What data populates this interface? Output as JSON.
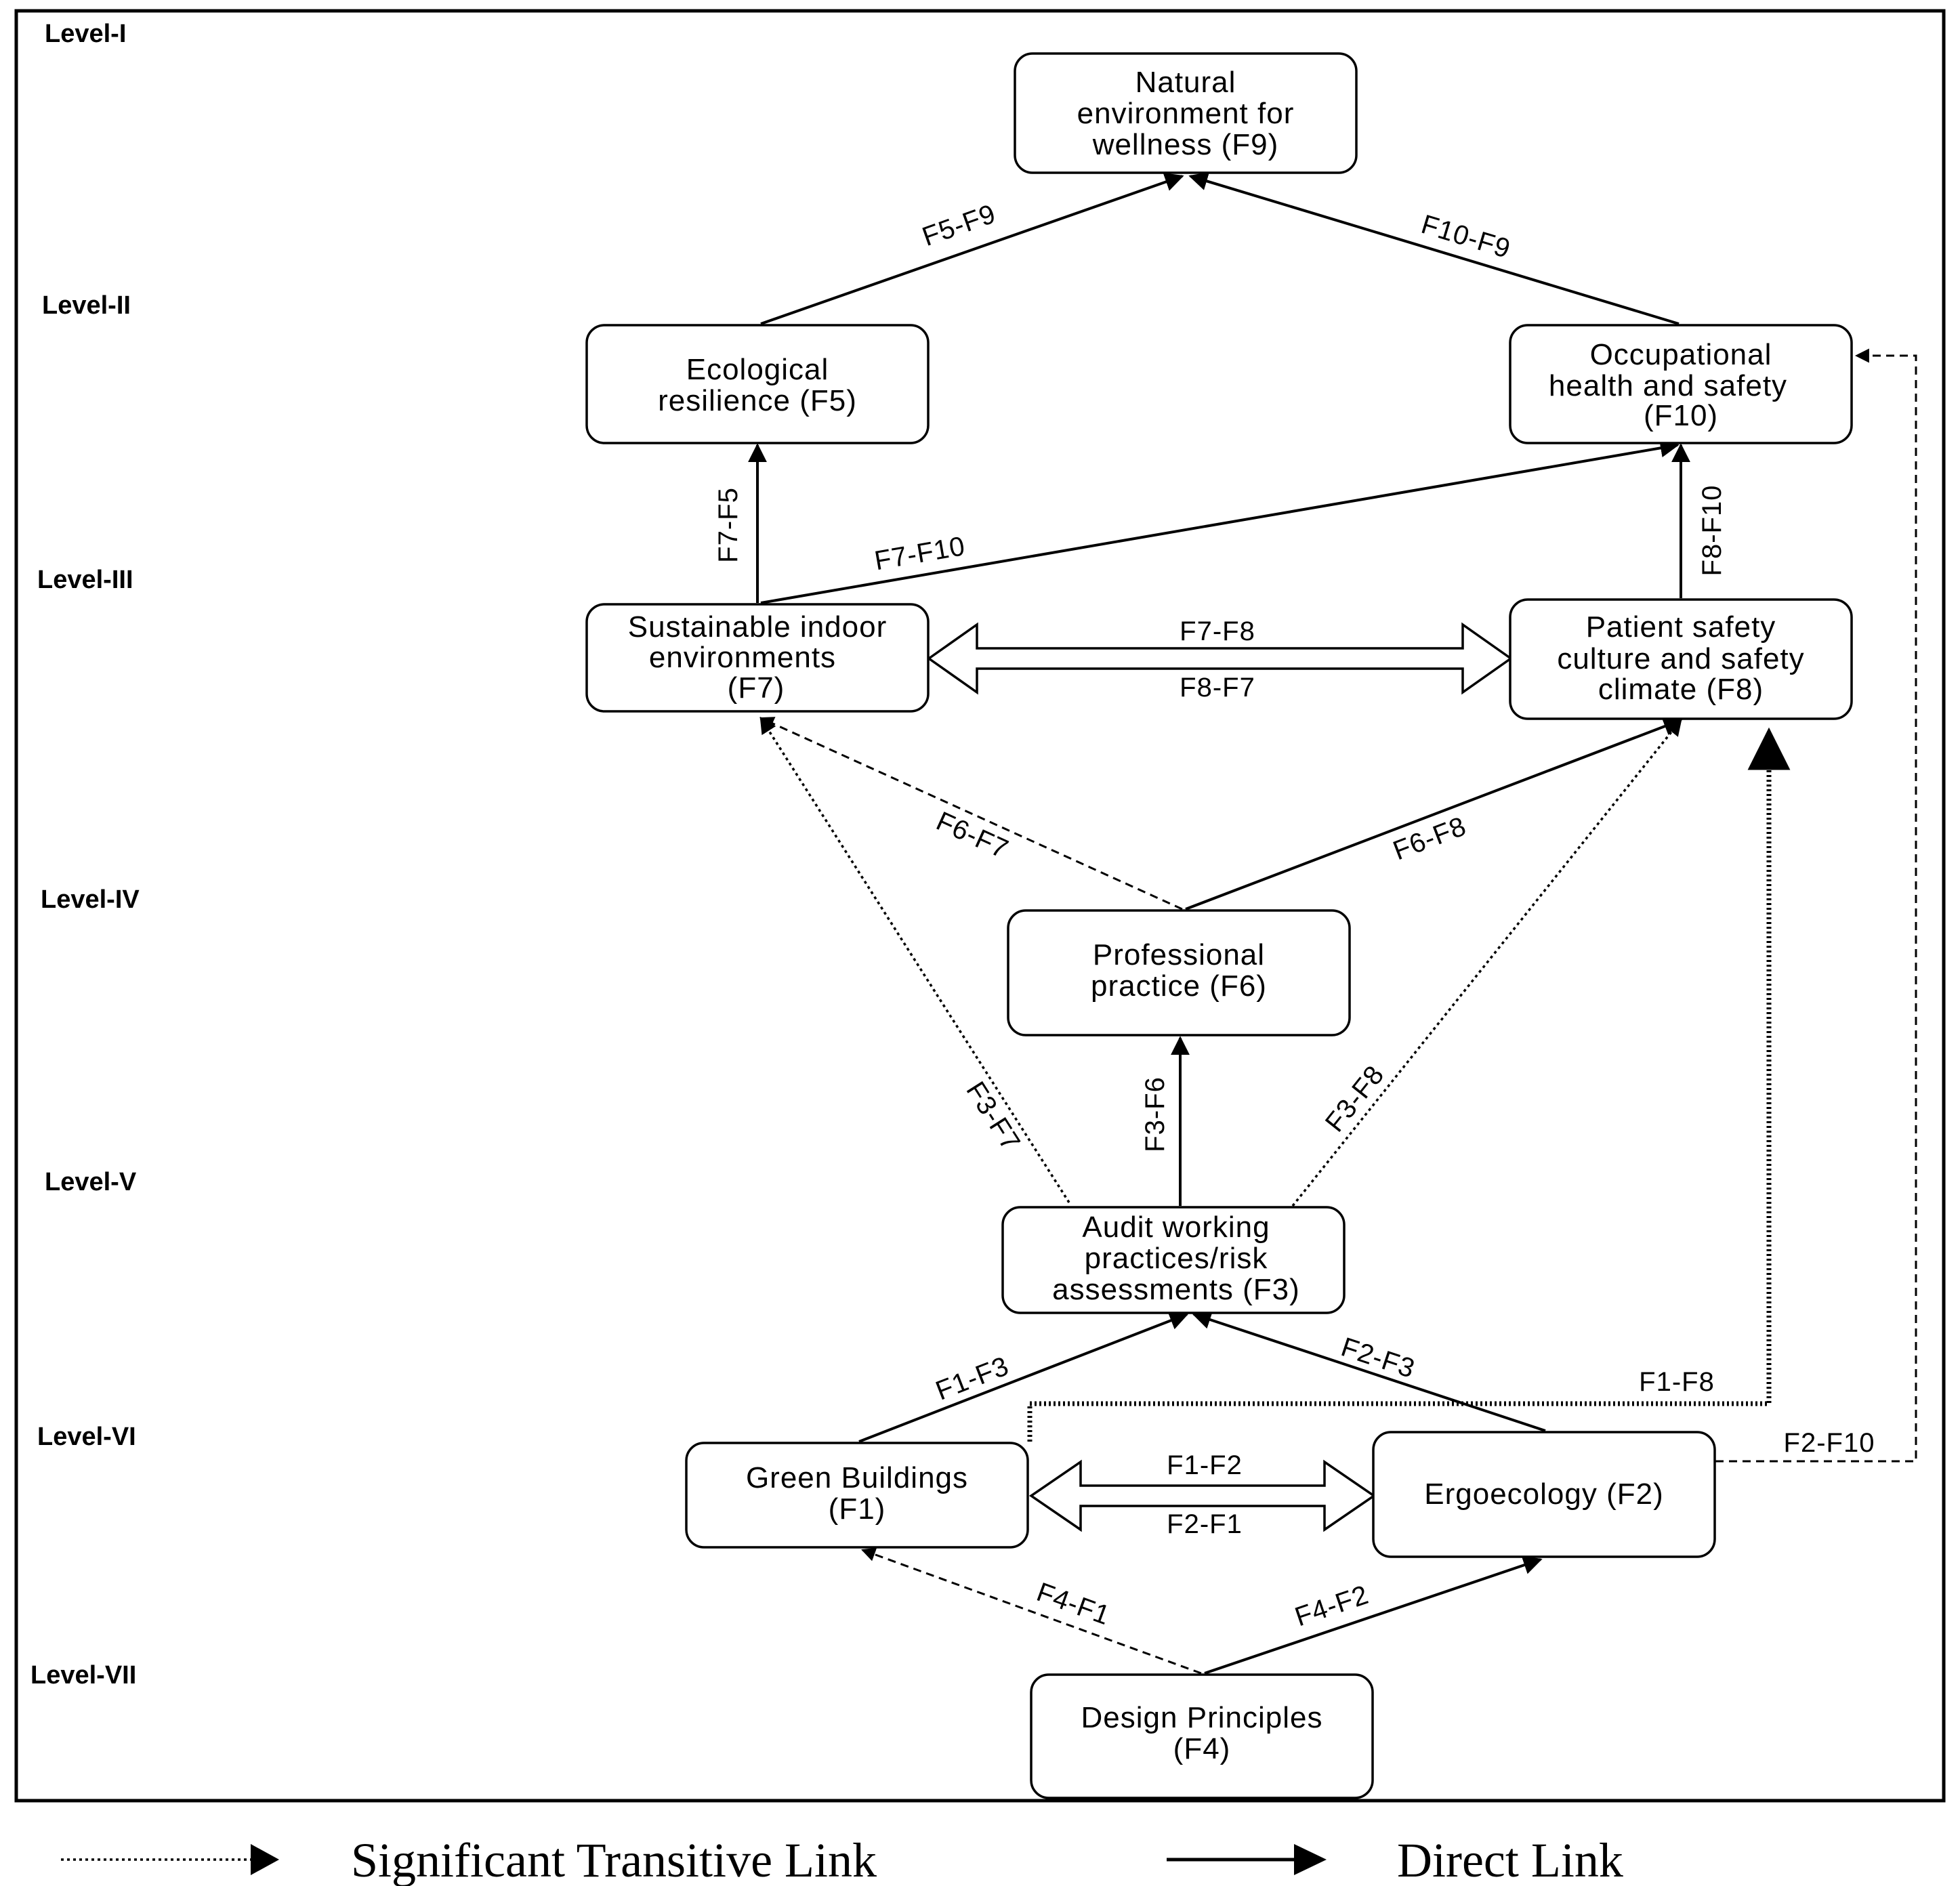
{
  "levels": [
    "Level-I",
    "Level-II",
    "Level-III",
    "Level-IV",
    "Level-V",
    "Level-VI",
    "Level-VII"
  ],
  "nodes": {
    "F9": {
      "lines": [
        "Natural",
        "environment for",
        "wellness (F9)"
      ]
    },
    "F5": {
      "lines": [
        "Ecological",
        "resilience (F5)"
      ]
    },
    "F10": {
      "lines": [
        "Occupational",
        "health and safety",
        "(F10)"
      ]
    },
    "F7": {
      "lines": [
        "Sustainable indoor",
        "environments",
        "(F7)"
      ]
    },
    "F8": {
      "lines": [
        "Patient safety",
        "culture and safety",
        "climate (F8)"
      ]
    },
    "F6": {
      "lines": [
        "Professional",
        "practice (F6)"
      ]
    },
    "F3": {
      "lines": [
        "Audit working",
        "practices/risk",
        "assessments (F3)"
      ]
    },
    "F1": {
      "lines": [
        "Green Buildings",
        "(F1)"
      ]
    },
    "F2": {
      "lines": [
        "Ergoecology (F2)"
      ]
    },
    "F4": {
      "lines": [
        "Design Principles",
        "(F4)"
      ]
    }
  },
  "edges": {
    "F5_F9": "F5-F9",
    "F10_F9": "F10-F9",
    "F7_F5": "F7-F5",
    "F7_F10": "F7-F10",
    "F8_F10": "F8-F10",
    "F7_F8": "F7-F8",
    "F8_F7": "F8-F7",
    "F6_F7": "F6-F7",
    "F6_F8": "F6-F8",
    "F3_F7": "F3-F7",
    "F3_F6": "F3-F6",
    "F3_F8": "F3-F8",
    "F1_F3": "F1-F3",
    "F2_F3": "F2-F3",
    "F1_F8": "F1-F8",
    "F2_F10": "F2-F10",
    "F1_F2": "F1-F2",
    "F2_F1": "F2-F1",
    "F4_F1": "F4-F1",
    "F4_F2": "F4-F2"
  },
  "legend": {
    "transitive": "Significant Transitive Link",
    "direct": "Direct Link"
  }
}
